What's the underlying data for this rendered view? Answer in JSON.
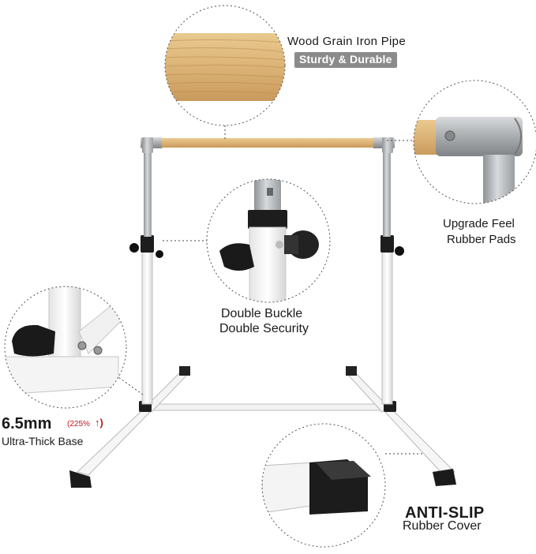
{
  "callouts": {
    "wood": {
      "title": "Wood Grain Iron Pipe",
      "badge": "Sturdy & Durable"
    },
    "pads": {
      "line1": "Upgrade Feel",
      "line2": "Rubber Pads"
    },
    "buckle": {
      "line1": "Double Buckle",
      "line2": "Double Security"
    },
    "base": {
      "thickness": "6.5mm",
      "increase": "(225%",
      "description": "Ultra-Thick Base"
    },
    "anti_slip": {
      "title": "ANTI-SLIP",
      "description": "Rubber Cover"
    }
  },
  "colors": {
    "frame": "#f4f4f4",
    "frame_edge": "#b9b9b9",
    "upright_silver": "#b5b8bb",
    "wood": "#dcb377",
    "knob_black": "#1a1a1a",
    "badge_gray": "#8b8b8b",
    "accent_red": "#c0181b"
  }
}
